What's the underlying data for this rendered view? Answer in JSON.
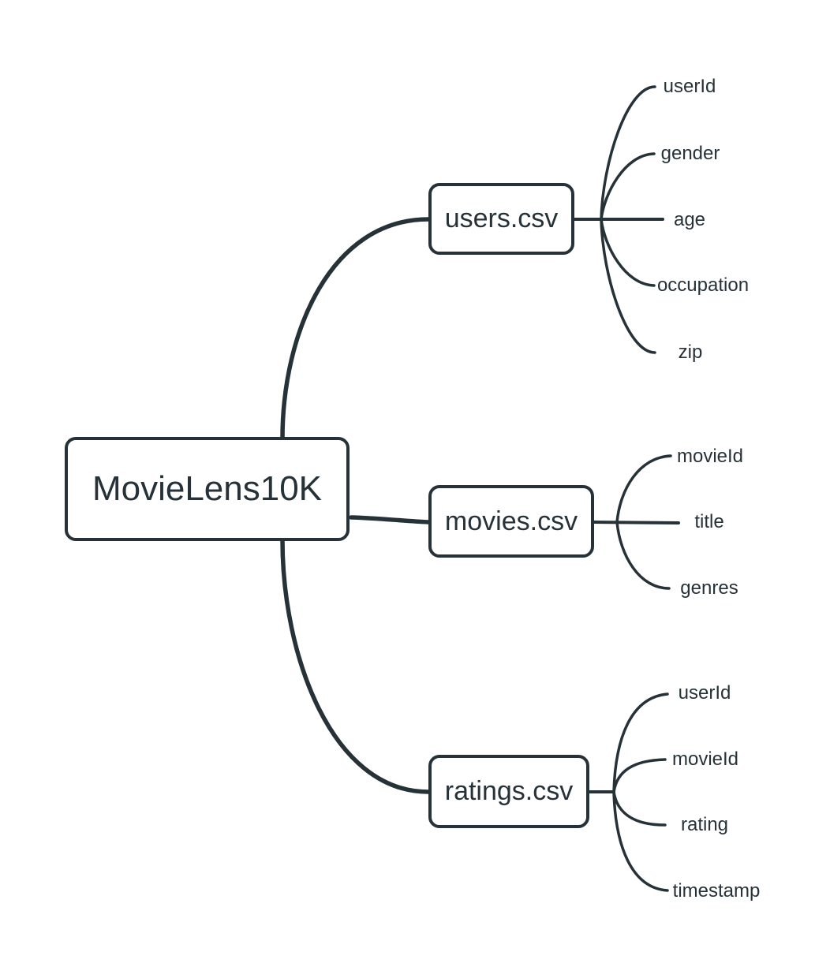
{
  "diagram": {
    "type": "mindmap",
    "root": {
      "label": "MovieLens10K"
    },
    "nodes": [
      {
        "label": "users.csv",
        "fields": [
          "userId",
          "gender",
          "age",
          "occupation",
          "zip"
        ]
      },
      {
        "label": "movies.csv",
        "fields": [
          "movieId",
          "title",
          "genres"
        ]
      },
      {
        "label": "ratings.csv",
        "fields": [
          "userId",
          "movieId",
          "rating",
          "timestamp"
        ]
      }
    ],
    "colors": {
      "line": "#263238",
      "text": "#263238",
      "node_background": "#ffffff",
      "background": "#ffffff"
    }
  }
}
